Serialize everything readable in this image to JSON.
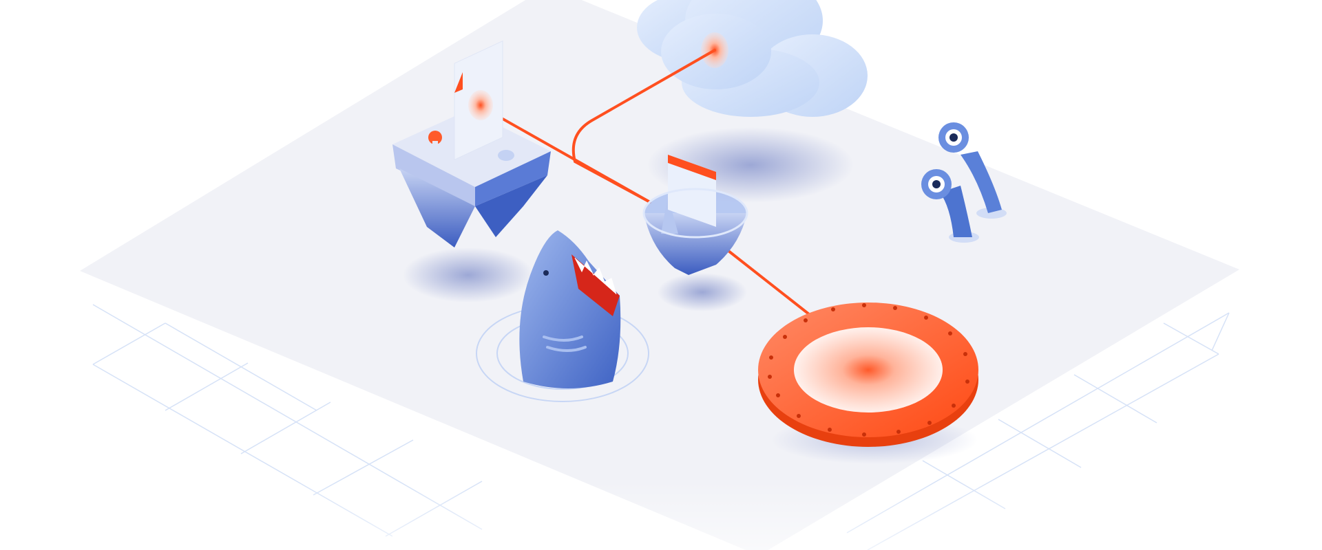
{
  "illustration": {
    "colors": {
      "accent": "#ff4f1f",
      "platform": "#f1f2f7",
      "grid": "#d6e2f7",
      "blue": "#4d74d0",
      "light_blue": "#cfe0fb",
      "shadow": "#9aa6d6"
    },
    "elements": [
      "cloud",
      "floating-island-with-document",
      "floating-island-with-browser-window",
      "shark",
      "portal-ring",
      "one-eyed-monsters",
      "connection-lines"
    ]
  }
}
